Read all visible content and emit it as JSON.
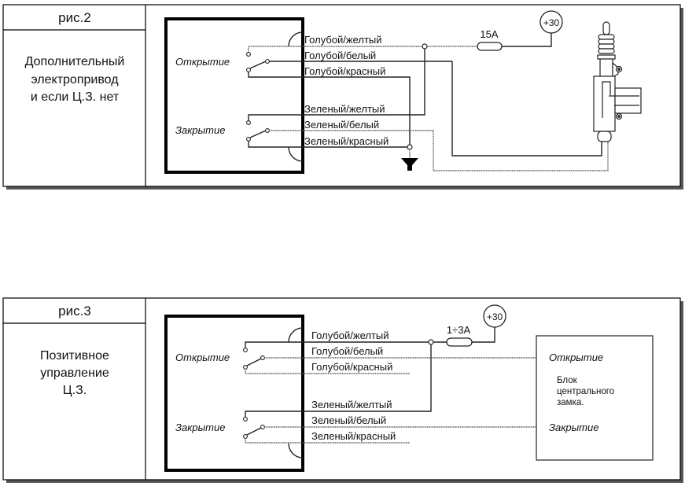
{
  "figures": [
    {
      "id": "fig2",
      "caption": "рис.2",
      "description_lines": [
        "Дополнительный",
        "электропривод",
        "и если Ц.З. нет"
      ],
      "module": {
        "open_label": "Открытие",
        "close_label": "Закрытие"
      },
      "wires": [
        "Голубой/желтый",
        "Голубой/белый",
        "Голубой/красный",
        "Зеленый/желтый",
        "Зеленый/белый",
        "Зеленый/красный"
      ],
      "fuse_label": "15A",
      "power_label": "+30",
      "ground": "ground-symbol",
      "load": "door-lock-actuator"
    },
    {
      "id": "fig3",
      "caption": "рис.3",
      "description_lines": [
        "Позитивное",
        "управление",
        "Ц.З."
      ],
      "module": {
        "open_label": "Открытие",
        "close_label": "Закрытие"
      },
      "wires": [
        "Голубой/желтый",
        "Голубой/белый",
        "Голубой/красный",
        "Зеленый/желтый",
        "Зеленый/белый",
        "Зеленый/красный"
      ],
      "fuse_label": "1÷3A",
      "power_label": "+30",
      "block": {
        "open_label": "Открытие",
        "title_lines": [
          "Блок",
          "центрального",
          "замка."
        ],
        "close_label": "Закрытие"
      }
    }
  ]
}
